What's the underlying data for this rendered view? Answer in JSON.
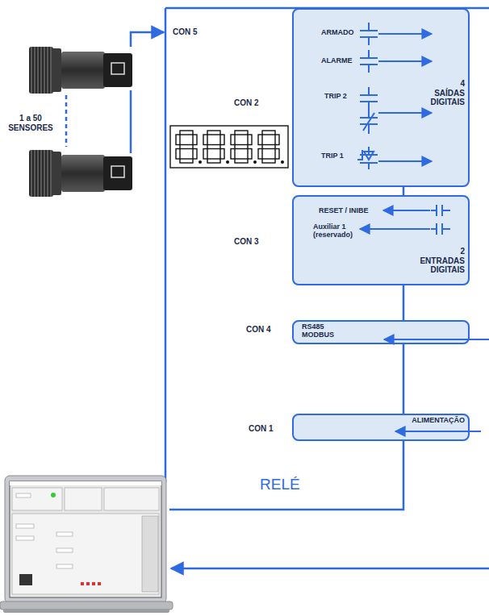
{
  "diagram": {
    "nodes": [
      {
        "text": [
          "ARMADO",
          "ALARME",
          "TRIP 2",
          "TRIP 1",
          "4 SAÍDAS DIGITAIS"
        ]
      },
      {
        "text": [
          "RESET / INIBE",
          "Auxiliar 1 (reservado)",
          "2 ENTRADAS DIGITAIS"
        ]
      },
      {
        "text": [
          "RS485 MODBUS"
        ]
      },
      {
        "text": [
          "ALIMENTAÇÃO"
        ]
      }
    ],
    "labels": [
      "CON 5",
      "1 a 50 SENSORES",
      "CON 2",
      "CON 3",
      "CON 4",
      "CON 1",
      "RELÉ"
    ]
  }
}
